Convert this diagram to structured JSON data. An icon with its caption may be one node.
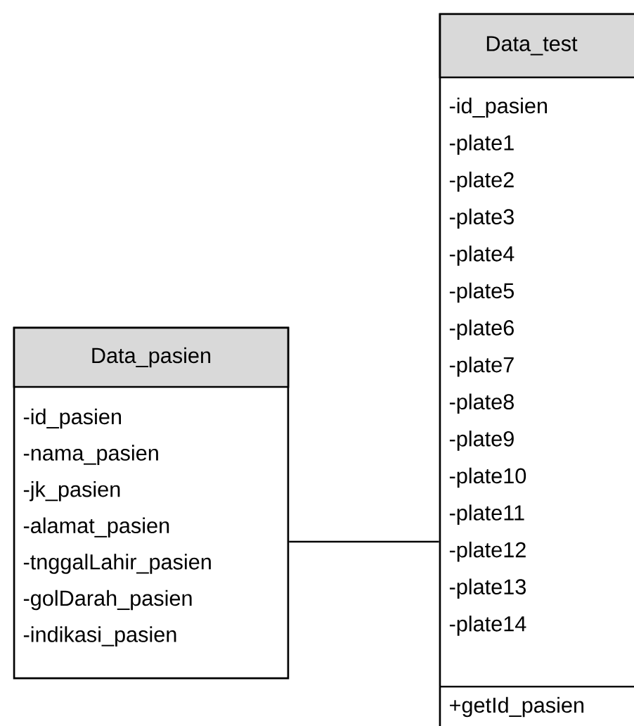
{
  "diagram": {
    "nodes": [
      {
        "text": [
          "Data_pasien",
          "-id_pasien",
          "-nama_pasien",
          "-jk_pasien",
          "-alamat_pasien",
          "-tnggalLahir_pasien",
          "-golDarah_pasien",
          "-indikasi_pasien"
        ]
      },
      {
        "text": [
          "Data_test",
          "-id_pasien",
          "-plate1",
          "-plate2",
          "-plate3",
          "-plate4",
          "-plate5",
          "-plate6",
          "-plate7",
          "-plate8",
          "-plate9",
          "-plate10",
          "-plate11",
          "-plate12",
          "-plate13",
          "-plate14",
          "+getId_pasien"
        ]
      }
    ],
    "edges": [
      {
        "from": 0,
        "to": 1,
        "arrow": "none"
      }
    ]
  }
}
